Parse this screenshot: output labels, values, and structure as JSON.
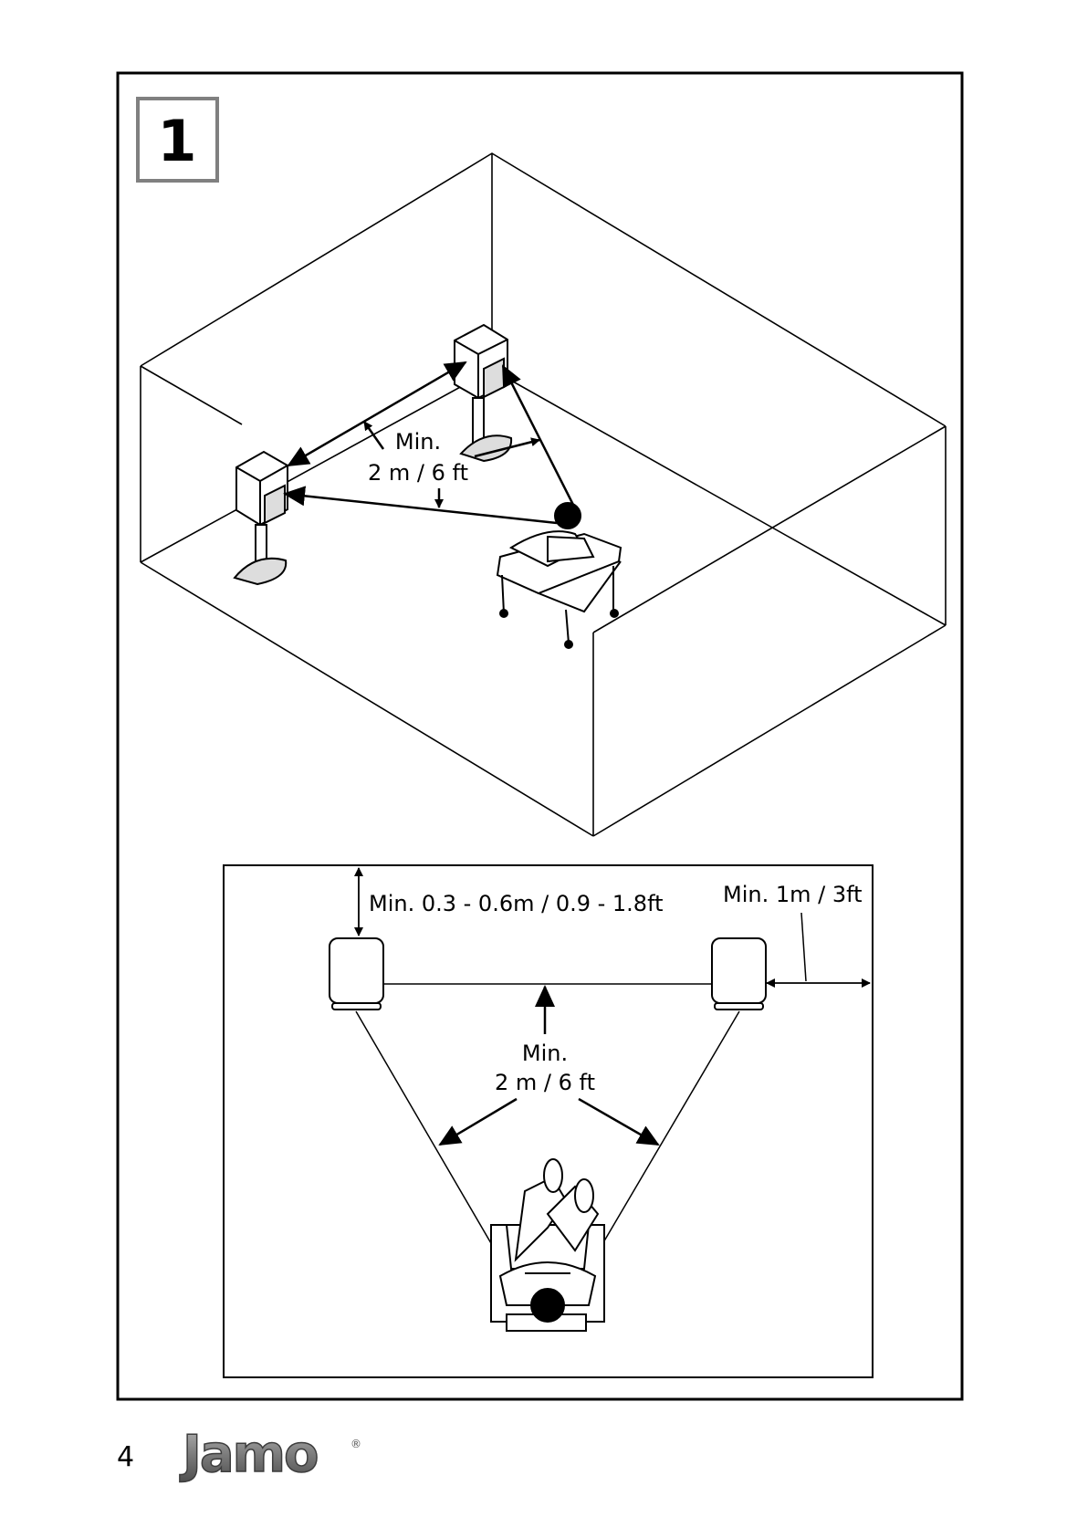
{
  "figure": {
    "number": "1"
  },
  "room_view": {
    "spacing_label_line1": "Min.",
    "spacing_label_line2": "2 m / 6 ft"
  },
  "top_view": {
    "wall_distance_label": "Min. 0.3 - 0.6m / 0.9 - 1.8ft",
    "side_wall_label": "Min. 1m / 3ft",
    "spacing_label_line1": "Min.",
    "spacing_label_line2": "2 m / 6 ft"
  },
  "footer": {
    "page_number": "4",
    "brand": "Jamo",
    "brand_mark": "®"
  },
  "colors": {
    "line": "#000000",
    "figure_box_border": "#808080",
    "logo_gray": "#8a8a8a"
  }
}
